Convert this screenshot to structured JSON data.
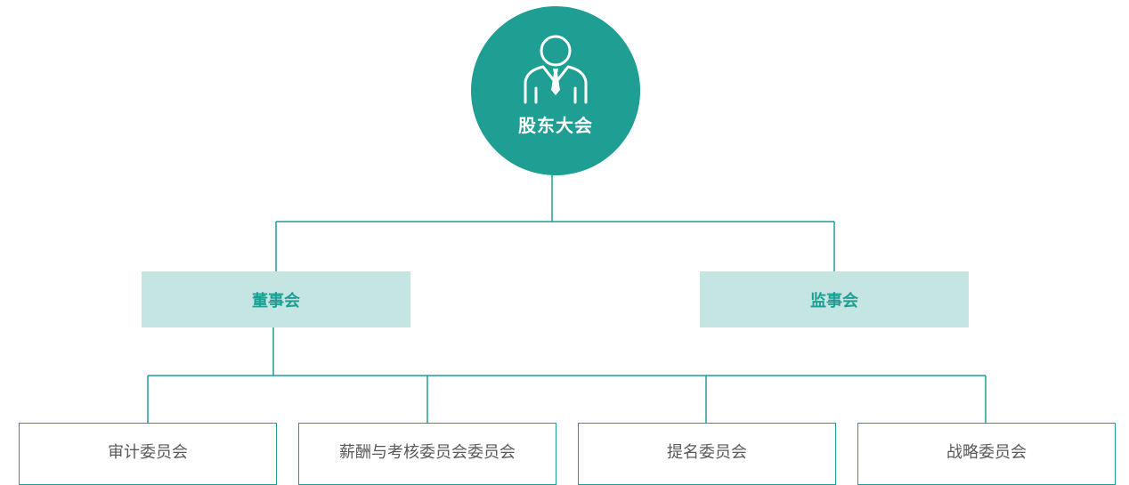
{
  "colors": {
    "accent": "#1f9e94",
    "board_fill": "#c5e5e3",
    "committee_text": "#595959"
  },
  "root": {
    "label": "股东大会",
    "icon": "business-person-icon"
  },
  "boards": [
    {
      "label": "董事会"
    },
    {
      "label": "监事会"
    }
  ],
  "committees": [
    {
      "label": "审计委员会"
    },
    {
      "label": "薪酬与考核委员会委员会"
    },
    {
      "label": "提名委员会"
    },
    {
      "label": "战略委员会"
    }
  ]
}
